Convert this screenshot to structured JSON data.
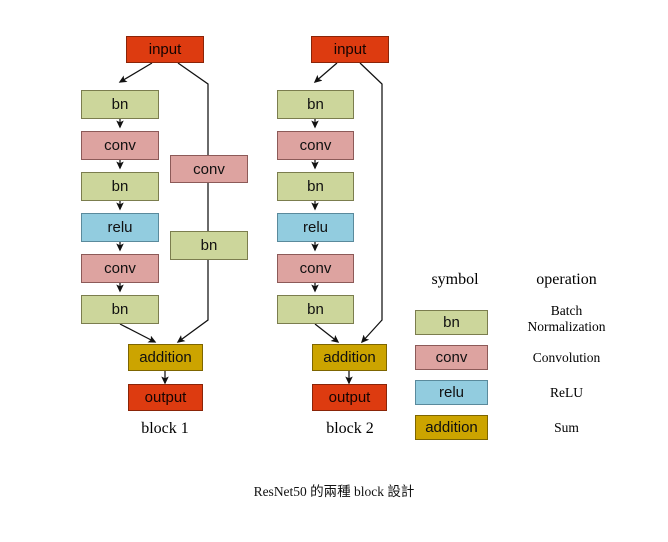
{
  "diagram": {
    "caption": "ResNet50 的兩種 block 設計",
    "colors": {
      "bn": "#ccd69b",
      "conv": "#dda3a0",
      "relu": "#92ccdf",
      "addition": "#cca400",
      "io": "#dd3b10",
      "background": "#ffffff",
      "edge": "#111111"
    },
    "blocks": [
      {
        "id": "block1",
        "label": "block 1",
        "main_path": [
          {
            "label": "input",
            "type": "io"
          },
          {
            "label": "bn",
            "type": "bn"
          },
          {
            "label": "conv",
            "type": "conv"
          },
          {
            "label": "bn",
            "type": "bn"
          },
          {
            "label": "relu",
            "type": "relu"
          },
          {
            "label": "conv",
            "type": "conv"
          },
          {
            "label": "bn",
            "type": "bn"
          }
        ],
        "shortcut_path": [
          {
            "label": "conv",
            "type": "conv"
          },
          {
            "label": "bn",
            "type": "bn"
          }
        ],
        "merge": {
          "label": "addition",
          "type": "addition"
        },
        "output": {
          "label": "output",
          "type": "io"
        }
      },
      {
        "id": "block2",
        "label": "block 2",
        "main_path": [
          {
            "label": "input",
            "type": "io"
          },
          {
            "label": "bn",
            "type": "bn"
          },
          {
            "label": "conv",
            "type": "conv"
          },
          {
            "label": "bn",
            "type": "bn"
          },
          {
            "label": "relu",
            "type": "relu"
          },
          {
            "label": "conv",
            "type": "conv"
          },
          {
            "label": "bn",
            "type": "bn"
          }
        ],
        "shortcut_path": [],
        "merge": {
          "label": "addition",
          "type": "addition"
        },
        "output": {
          "label": "output",
          "type": "io"
        }
      }
    ],
    "legend": {
      "header_symbol": "symbol",
      "header_operation": "operation",
      "rows": [
        {
          "symbol": "bn",
          "type": "bn",
          "operation": "Batch\nNormalization"
        },
        {
          "symbol": "conv",
          "type": "conv",
          "operation": "Convolution"
        },
        {
          "symbol": "relu",
          "type": "relu",
          "operation": "ReLU"
        },
        {
          "symbol": "addition",
          "type": "addition",
          "operation": "Sum"
        }
      ]
    }
  }
}
